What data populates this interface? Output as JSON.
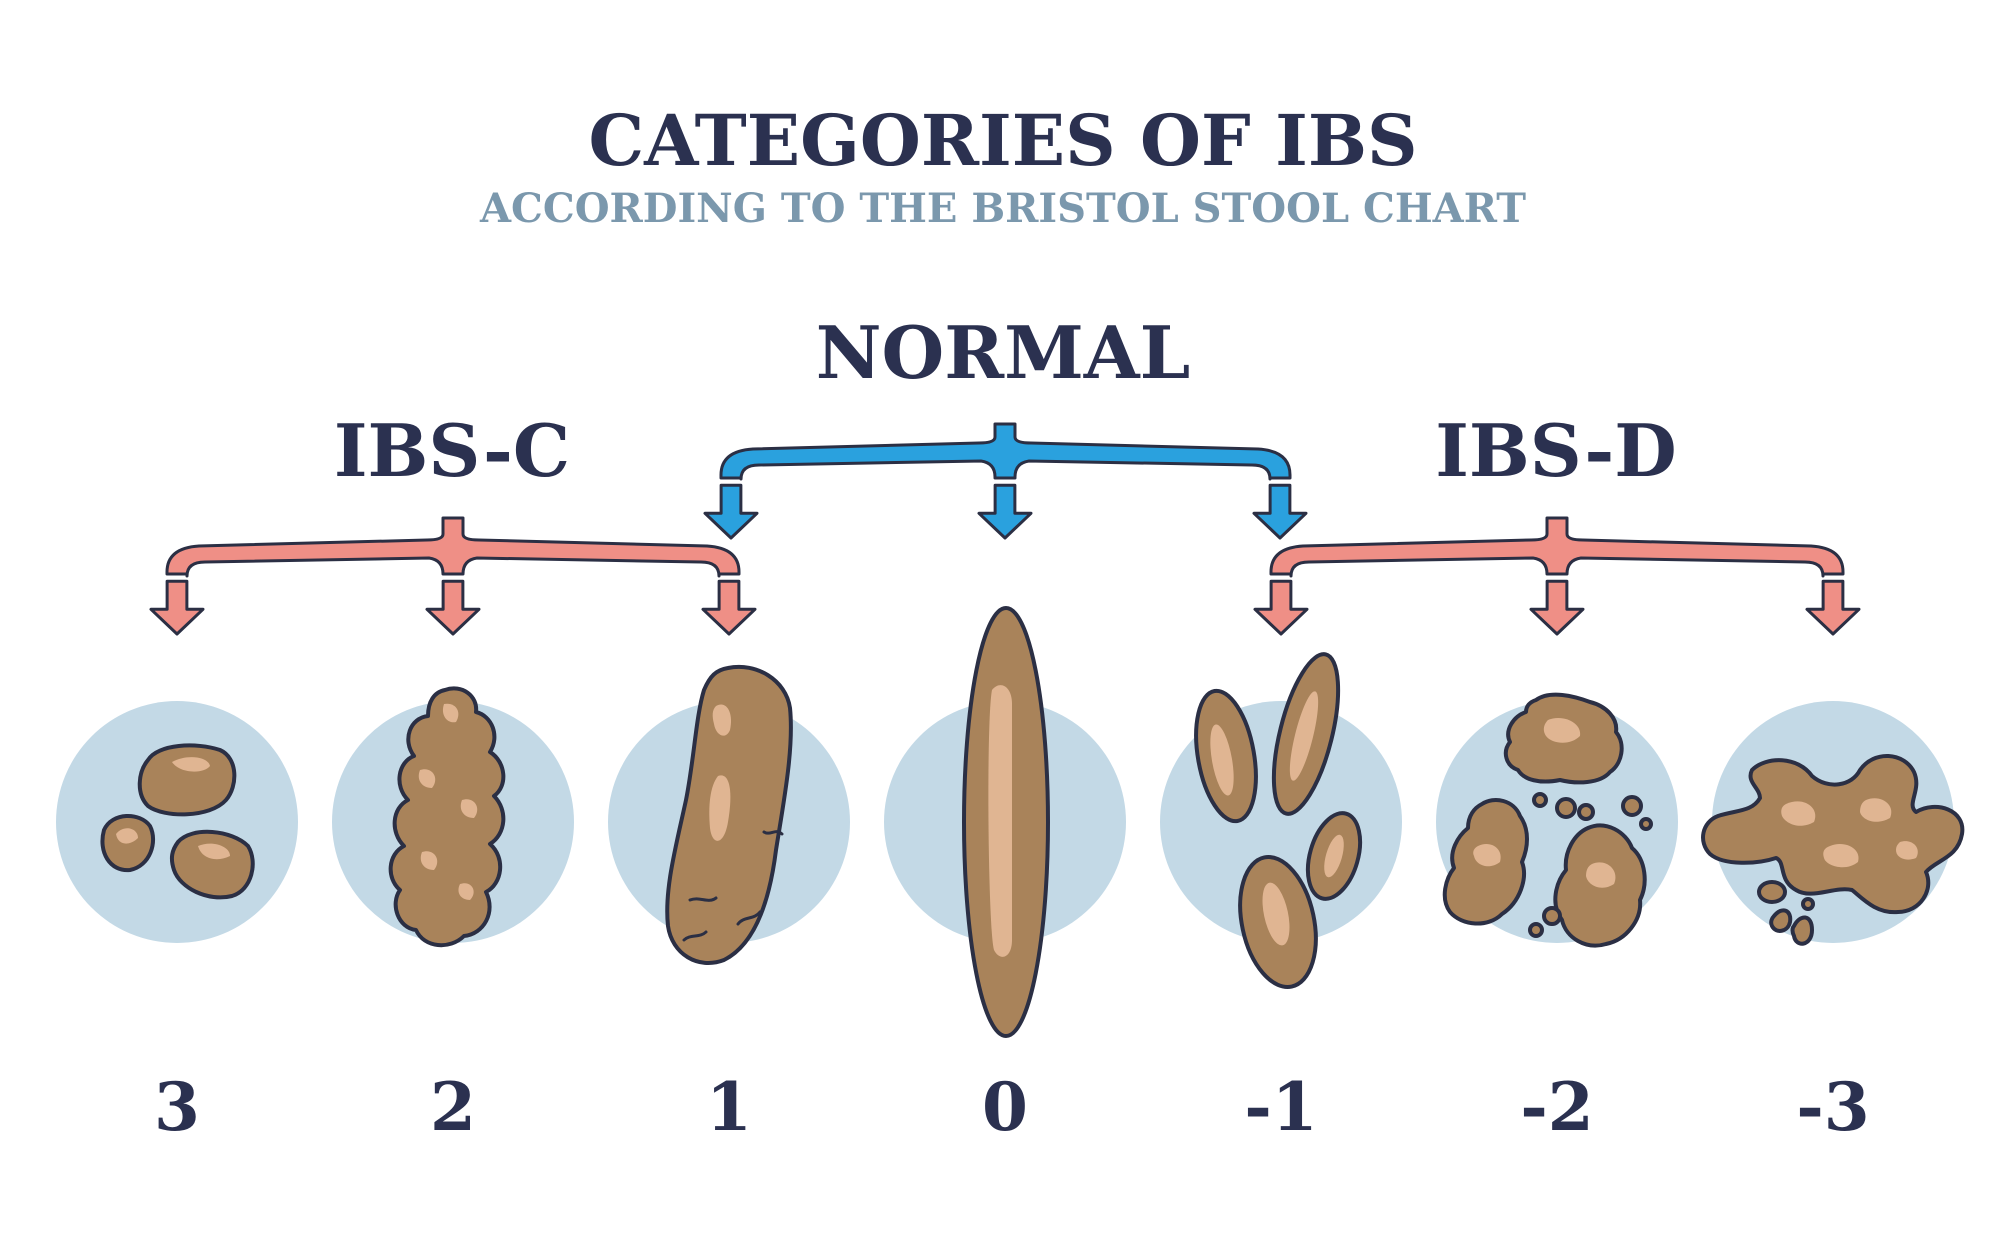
{
  "title": "CATEGORIES OF IBS",
  "subtitle": "ACCORDING TO THE BRISTOL STOOL CHART",
  "groups": {
    "normal": {
      "label": "NORMAL"
    },
    "ibs_c": {
      "label": "IBS-C"
    },
    "ibs_d": {
      "label": "IBS-D"
    }
  },
  "types": [
    {
      "number": "3"
    },
    {
      "number": "2"
    },
    {
      "number": "1"
    },
    {
      "number": "0"
    },
    {
      "number": "-1"
    },
    {
      "number": "-2"
    },
    {
      "number": "-3"
    }
  ],
  "colors": {
    "title": "#2b3150",
    "subtitle": "#7b98ad",
    "circle": "#c3d9e6",
    "stool": "#a9835a",
    "stool_highlight": "#e0b592",
    "outline": "#2b2f44",
    "arrow_red": "#ef8f86",
    "arrow_blue": "#2aa1de"
  }
}
